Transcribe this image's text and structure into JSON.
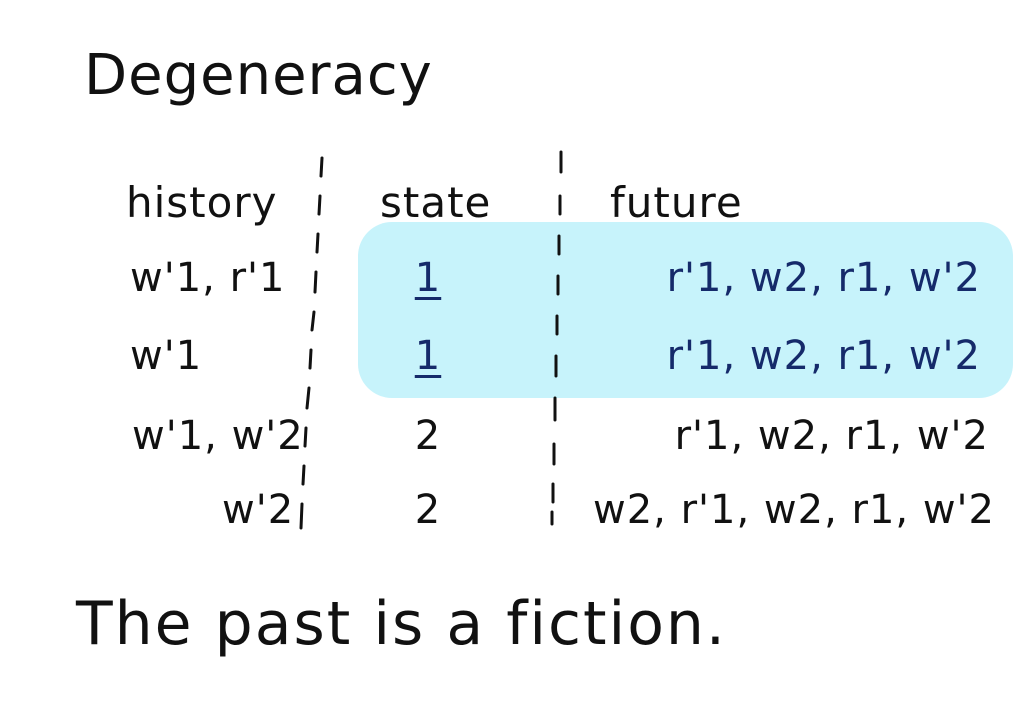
{
  "title": "Degeneracy",
  "columns": {
    "history": "history",
    "state": "state",
    "future": "future"
  },
  "rows": [
    {
      "history": "w'1, r'1",
      "state": "1",
      "future": "r'1, w2, r1, w'2",
      "highlighted": true
    },
    {
      "history": "w'1",
      "state": "1",
      "future": "r'1, w2, r1, w'2",
      "highlighted": true
    },
    {
      "history": "w'1, w'2",
      "state": "2",
      "future": "r'1, w2, r1, w'2",
      "highlighted": false
    },
    {
      "history": "w'2",
      "state": "2",
      "future": "w2, r'1, w2, r1, w'2",
      "highlighted": false
    }
  ],
  "footer": "The past is a fiction.",
  "colors": {
    "highlight": "#c7f3fb",
    "highlighted_text": "#152a6a",
    "ink": "#111111"
  }
}
